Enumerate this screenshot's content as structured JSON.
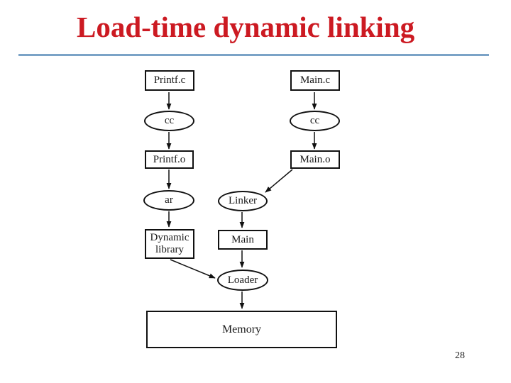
{
  "slide": {
    "title": "Load-time dynamic linking",
    "page_number": "28"
  },
  "diagram": {
    "nodes": {
      "printf_c": {
        "label": "Printf.c",
        "shape": "box"
      },
      "cc_left": {
        "label": "cc",
        "shape": "ellipse"
      },
      "printf_o": {
        "label": "Printf.o",
        "shape": "box"
      },
      "ar": {
        "label": "ar",
        "shape": "ellipse"
      },
      "dynamic_library": {
        "label": "Dynamic library",
        "shape": "box"
      },
      "main_c": {
        "label": "Main.c",
        "shape": "box"
      },
      "cc_right": {
        "label": "cc",
        "shape": "ellipse"
      },
      "main_o": {
        "label": "Main.o",
        "shape": "box"
      },
      "linker": {
        "label": "Linker",
        "shape": "ellipse"
      },
      "main": {
        "label": "Main",
        "shape": "box"
      },
      "loader": {
        "label": "Loader",
        "shape": "ellipse"
      },
      "memory": {
        "label": "Memory",
        "shape": "box"
      }
    },
    "edges": [
      {
        "from": "printf_c",
        "to": "cc_left"
      },
      {
        "from": "cc_left",
        "to": "printf_o"
      },
      {
        "from": "printf_o",
        "to": "ar"
      },
      {
        "from": "ar",
        "to": "dynamic_library"
      },
      {
        "from": "dynamic_library",
        "to": "loader"
      },
      {
        "from": "main_c",
        "to": "cc_right"
      },
      {
        "from": "cc_right",
        "to": "main_o"
      },
      {
        "from": "main_o",
        "to": "linker"
      },
      {
        "from": "linker",
        "to": "main"
      },
      {
        "from": "main",
        "to": "loader"
      },
      {
        "from": "loader",
        "to": "memory"
      }
    ]
  },
  "colors": {
    "title": "#cc1a22",
    "divider": "#7ba3c7",
    "node_border": "#111111",
    "node_fill": "#ffffff"
  }
}
